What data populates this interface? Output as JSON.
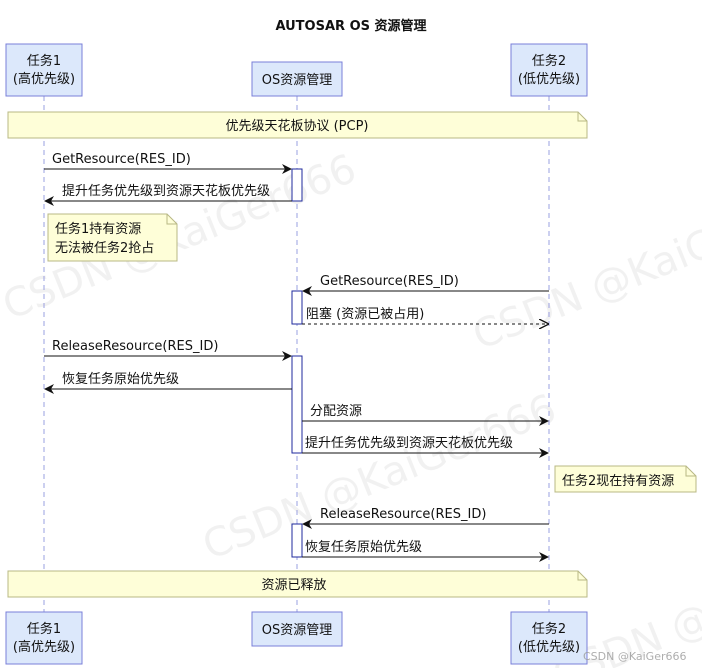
{
  "title": "AUTOSAR OS 资源管理",
  "colors": {
    "participant_fill": "#dce8fb",
    "participant_stroke": "#7a7fd8",
    "lifeline": "#9aa0e0",
    "activation_stroke": "#1f2a9c",
    "note_fill": "#fefed8",
    "note_stroke": "#b8b884",
    "arrow": "#111111"
  },
  "participants": [
    {
      "id": "task1",
      "line1": "任务1",
      "line2": "(高优先级)"
    },
    {
      "id": "os",
      "line1": "OS资源管理",
      "line2": ""
    },
    {
      "id": "task2",
      "line1": "任务2",
      "line2": "(低优先级)"
    }
  ],
  "notes": [
    {
      "id": "pcp",
      "kind": "band",
      "lines": [
        "优先级天花板协议 (PCP)"
      ]
    },
    {
      "id": "task1-holds",
      "kind": "box",
      "lines": [
        "任务1持有资源",
        "无法被任务2抢占"
      ]
    },
    {
      "id": "task2-holds",
      "kind": "box",
      "lines": [
        "任务2现在持有资源"
      ]
    },
    {
      "id": "released",
      "kind": "band",
      "lines": [
        "资源已释放"
      ]
    }
  ],
  "messages": [
    {
      "id": "m1",
      "from": "task1",
      "to": "os",
      "label": "GetResource(RES_ID)",
      "dashed": false
    },
    {
      "id": "m2",
      "from": "os",
      "to": "task1",
      "label": "提升任务优先级到资源天花板优先级",
      "dashed": false
    },
    {
      "id": "m3",
      "from": "task2",
      "to": "os",
      "label": "GetResource(RES_ID)",
      "dashed": false
    },
    {
      "id": "m4",
      "from": "os",
      "to": "task2",
      "label": "阻塞 (资源已被占用)",
      "dashed": true
    },
    {
      "id": "m5",
      "from": "task1",
      "to": "os",
      "label": "ReleaseResource(RES_ID)",
      "dashed": false
    },
    {
      "id": "m6",
      "from": "os",
      "to": "task1",
      "label": "恢复任务原始优先级",
      "dashed": false
    },
    {
      "id": "m7",
      "from": "os",
      "to": "task2",
      "label": "分配资源",
      "dashed": false
    },
    {
      "id": "m8",
      "from": "os",
      "to": "task2",
      "label": "提升任务优先级到资源天花板优先级",
      "dashed": false
    },
    {
      "id": "m9",
      "from": "task2",
      "to": "os",
      "label": "ReleaseResource(RES_ID)",
      "dashed": false
    },
    {
      "id": "m10",
      "from": "os",
      "to": "task2",
      "label": "恢复任务原始优先级",
      "dashed": false
    }
  ],
  "watermark": "CSDN @KaiGer666",
  "credit": "CSDN @KaiGer666"
}
